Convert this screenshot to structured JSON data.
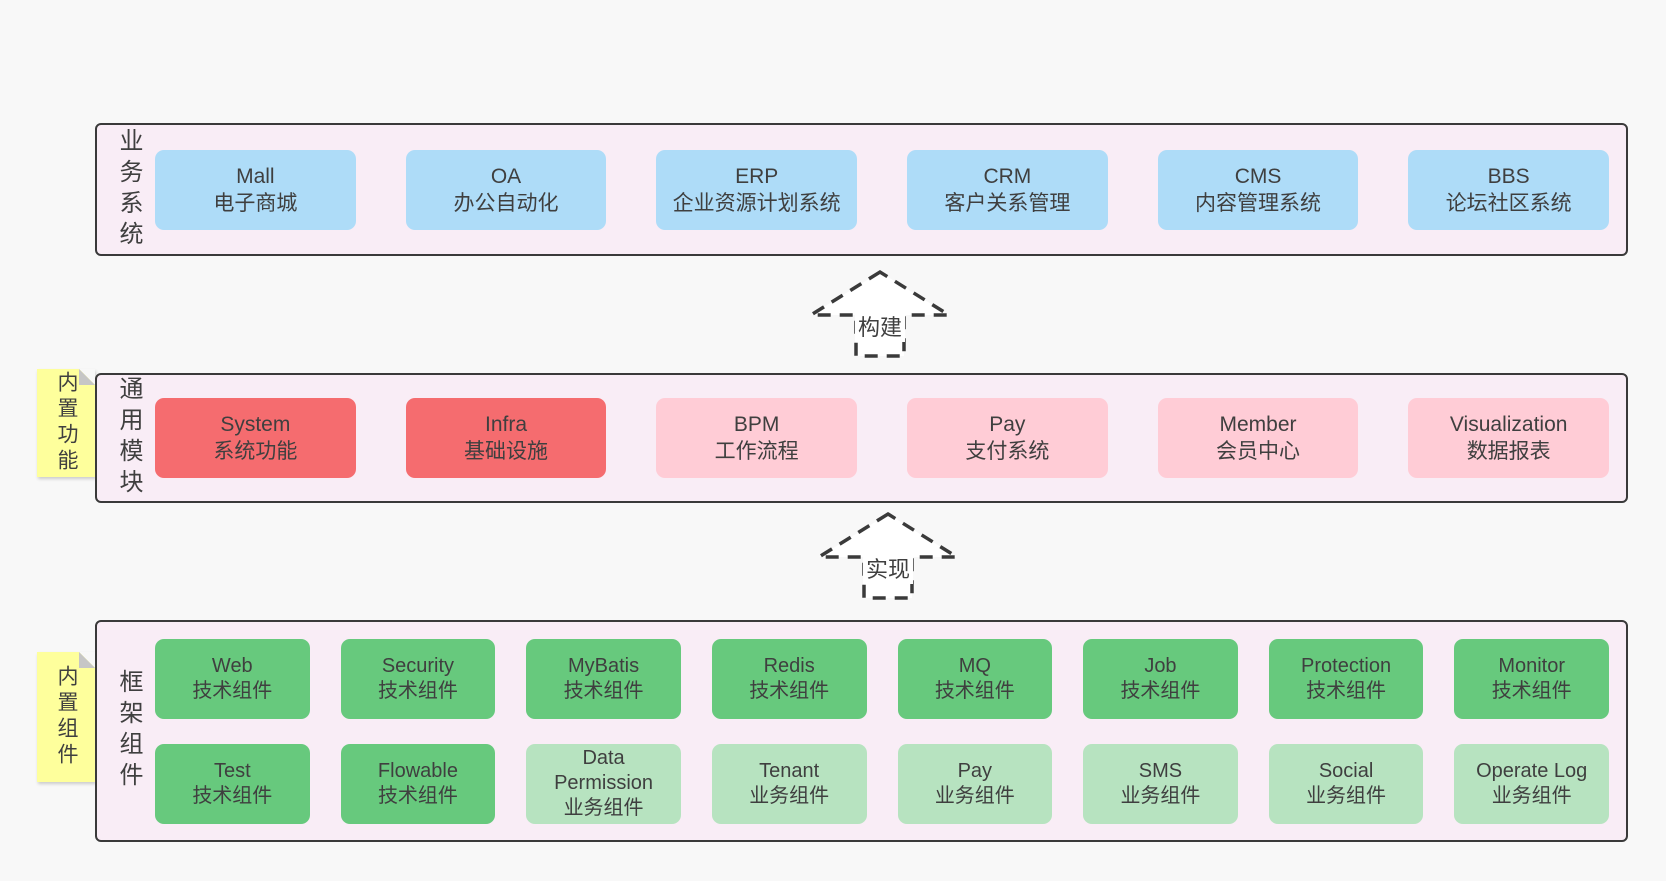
{
  "colors": {
    "page_bg": "#f8f8f8",
    "band_bg": "#f9edf6",
    "band_border": "#3a3a3a",
    "blue": "#aedcf8",
    "red": "#f56c6f",
    "pink": "#ffccd6",
    "green_dark": "#67c97d",
    "green_light": "#b7e3c0",
    "sticky": "#feff9c",
    "text": "#3f3f3f"
  },
  "arrows": {
    "build": "构建",
    "implement": "实现"
  },
  "bands": {
    "business": {
      "label": "业务系统",
      "boxes": [
        {
          "name": "Mall",
          "desc": "电子商城"
        },
        {
          "name": "OA",
          "desc": "办公自动化"
        },
        {
          "name": "ERP",
          "desc": "企业资源计划系统"
        },
        {
          "name": "CRM",
          "desc": "客户关系管理"
        },
        {
          "name": "CMS",
          "desc": "内容管理系统"
        },
        {
          "name": "BBS",
          "desc": "论坛社区系统"
        }
      ]
    },
    "modules": {
      "label": "通用模块",
      "sticky": "内置功能",
      "boxes": [
        {
          "name": "System",
          "desc": "系统功能",
          "variant": "red"
        },
        {
          "name": "Infra",
          "desc": "基础设施",
          "variant": "red"
        },
        {
          "name": "BPM",
          "desc": "工作流程",
          "variant": "pink"
        },
        {
          "name": "Pay",
          "desc": "支付系统",
          "variant": "pink"
        },
        {
          "name": "Member",
          "desc": "会员中心",
          "variant": "pink"
        },
        {
          "name": "Visualization",
          "desc": "数据报表",
          "variant": "pink"
        }
      ]
    },
    "components": {
      "label": "框架组件",
      "sticky": "内置组件",
      "row1": [
        {
          "name": "Web",
          "desc": "技术组件",
          "variant": "dark"
        },
        {
          "name": "Security",
          "desc": "技术组件",
          "variant": "dark"
        },
        {
          "name": "MyBatis",
          "desc": "技术组件",
          "variant": "dark"
        },
        {
          "name": "Redis",
          "desc": "技术组件",
          "variant": "dark"
        },
        {
          "name": "MQ",
          "desc": "技术组件",
          "variant": "dark"
        },
        {
          "name": "Job",
          "desc": "技术组件",
          "variant": "dark"
        },
        {
          "name": "Protection",
          "desc": "技术组件",
          "variant": "dark"
        },
        {
          "name": "Monitor",
          "desc": "技术组件",
          "variant": "dark"
        }
      ],
      "row2": [
        {
          "name": "Test",
          "desc": "技术组件",
          "variant": "dark"
        },
        {
          "name": "Flowable",
          "desc": "技术组件",
          "variant": "dark"
        },
        {
          "name": "Data Permission",
          "desc": "业务组件",
          "variant": "light"
        },
        {
          "name": "Tenant",
          "desc": "业务组件",
          "variant": "light"
        },
        {
          "name": "Pay",
          "desc": "业务组件",
          "variant": "light"
        },
        {
          "name": "SMS",
          "desc": "业务组件",
          "variant": "light"
        },
        {
          "name": "Social",
          "desc": "业务组件",
          "variant": "light"
        },
        {
          "name": "Operate Log",
          "desc": "业务组件",
          "variant": "light"
        }
      ]
    }
  }
}
